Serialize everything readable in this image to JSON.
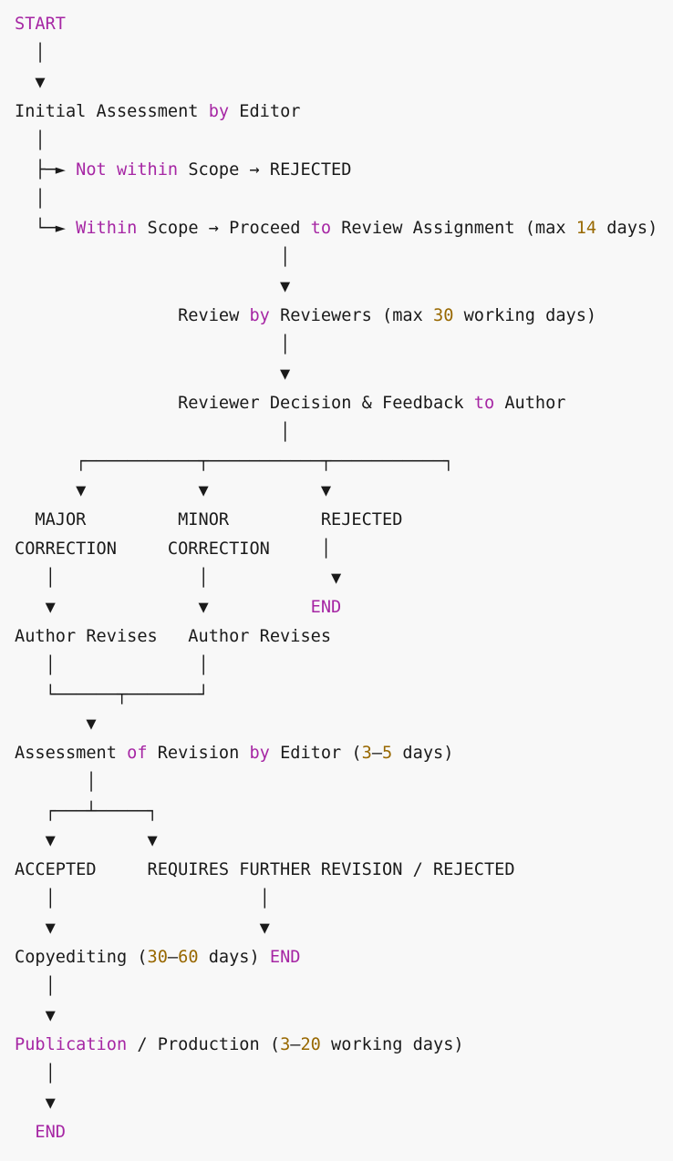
{
  "colors": {
    "background": "#f8f8f8",
    "text": "#1a1a1a",
    "keyword": "#a626a4",
    "number": "#986801"
  },
  "lines": [
    [
      {
        "t": "START",
        "c": "kw"
      }
    ],
    [
      {
        "t": "  │"
      }
    ],
    [
      {
        "t": "  ▼"
      }
    ],
    [
      {
        "t": "Initial Assessment "
      },
      {
        "t": "by",
        "c": "kw"
      },
      {
        "t": " Editor"
      }
    ],
    [
      {
        "t": "  │"
      }
    ],
    [
      {
        "t": "  ├─► "
      },
      {
        "t": "Not within",
        "c": "kw"
      },
      {
        "t": " Scope → REJECTED"
      }
    ],
    [
      {
        "t": "  │"
      }
    ],
    [
      {
        "t": "  └─► "
      },
      {
        "t": "Within",
        "c": "kw"
      },
      {
        "t": " Scope → Proceed "
      },
      {
        "t": "to",
        "c": "kw"
      },
      {
        "t": " Review Assignment (max "
      },
      {
        "t": "14",
        "c": "num"
      },
      {
        "t": " days)"
      }
    ],
    [
      {
        "t": "                          │"
      }
    ],
    [
      {
        "t": "                          ▼"
      }
    ],
    [
      {
        "t": "                Review "
      },
      {
        "t": "by",
        "c": "kw"
      },
      {
        "t": " Reviewers (max "
      },
      {
        "t": "30",
        "c": "num"
      },
      {
        "t": " working days)"
      }
    ],
    [
      {
        "t": "                          │"
      }
    ],
    [
      {
        "t": "                          ▼"
      }
    ],
    [
      {
        "t": "                Reviewer Decision & Feedback "
      },
      {
        "t": "to",
        "c": "kw"
      },
      {
        "t": " Author"
      }
    ],
    [
      {
        "t": "                          │"
      }
    ],
    [
      {
        "t": "      ┌───────────┬───────────┬───────────┐"
      }
    ],
    [
      {
        "t": "      ▼           ▼           ▼"
      }
    ],
    [
      {
        "t": "  MAJOR         MINOR         REJECTED"
      }
    ],
    [
      {
        "t": "CORRECTION     CORRECTION     │"
      }
    ],
    [
      {
        "t": "   │              │            ▼"
      }
    ],
    [
      {
        "t": "   ▼              ▼          "
      },
      {
        "t": "END",
        "c": "kw"
      }
    ],
    [
      {
        "t": "Author Revises   Author Revises"
      }
    ],
    [
      {
        "t": "   │              │"
      }
    ],
    [
      {
        "t": "   └──────┬───────┘"
      }
    ],
    [
      {
        "t": "       ▼"
      }
    ],
    [
      {
        "t": "Assessment "
      },
      {
        "t": "of",
        "c": "kw"
      },
      {
        "t": " Revision "
      },
      {
        "t": "by",
        "c": "kw"
      },
      {
        "t": " Editor ("
      },
      {
        "t": "3",
        "c": "num"
      },
      {
        "t": "–"
      },
      {
        "t": "5",
        "c": "num"
      },
      {
        "t": " days)"
      }
    ],
    [
      {
        "t": "       │"
      }
    ],
    [
      {
        "t": "   ┌───┴─────┐"
      }
    ],
    [
      {
        "t": "   ▼         ▼"
      }
    ],
    [
      {
        "t": "ACCEPTED     REQUIRES FURTHER REVISION / REJECTED"
      }
    ],
    [
      {
        "t": "   │                    │"
      }
    ],
    [
      {
        "t": "   ▼                    ▼"
      }
    ],
    [
      {
        "t": "Copyediting ("
      },
      {
        "t": "30",
        "c": "num"
      },
      {
        "t": "–"
      },
      {
        "t": "60",
        "c": "num"
      },
      {
        "t": " days) "
      },
      {
        "t": "END",
        "c": "kw"
      }
    ],
    [
      {
        "t": "   │"
      }
    ],
    [
      {
        "t": "   ▼"
      }
    ],
    [
      {
        "t": "Publication",
        "c": "kw"
      },
      {
        "t": " / Production ("
      },
      {
        "t": "3",
        "c": "num"
      },
      {
        "t": "–"
      },
      {
        "t": "20",
        "c": "num"
      },
      {
        "t": " working days)"
      }
    ],
    [
      {
        "t": "   │"
      }
    ],
    [
      {
        "t": "   ▼"
      }
    ],
    [
      {
        "t": "  "
      },
      {
        "t": "END",
        "c": "kw"
      }
    ]
  ]
}
